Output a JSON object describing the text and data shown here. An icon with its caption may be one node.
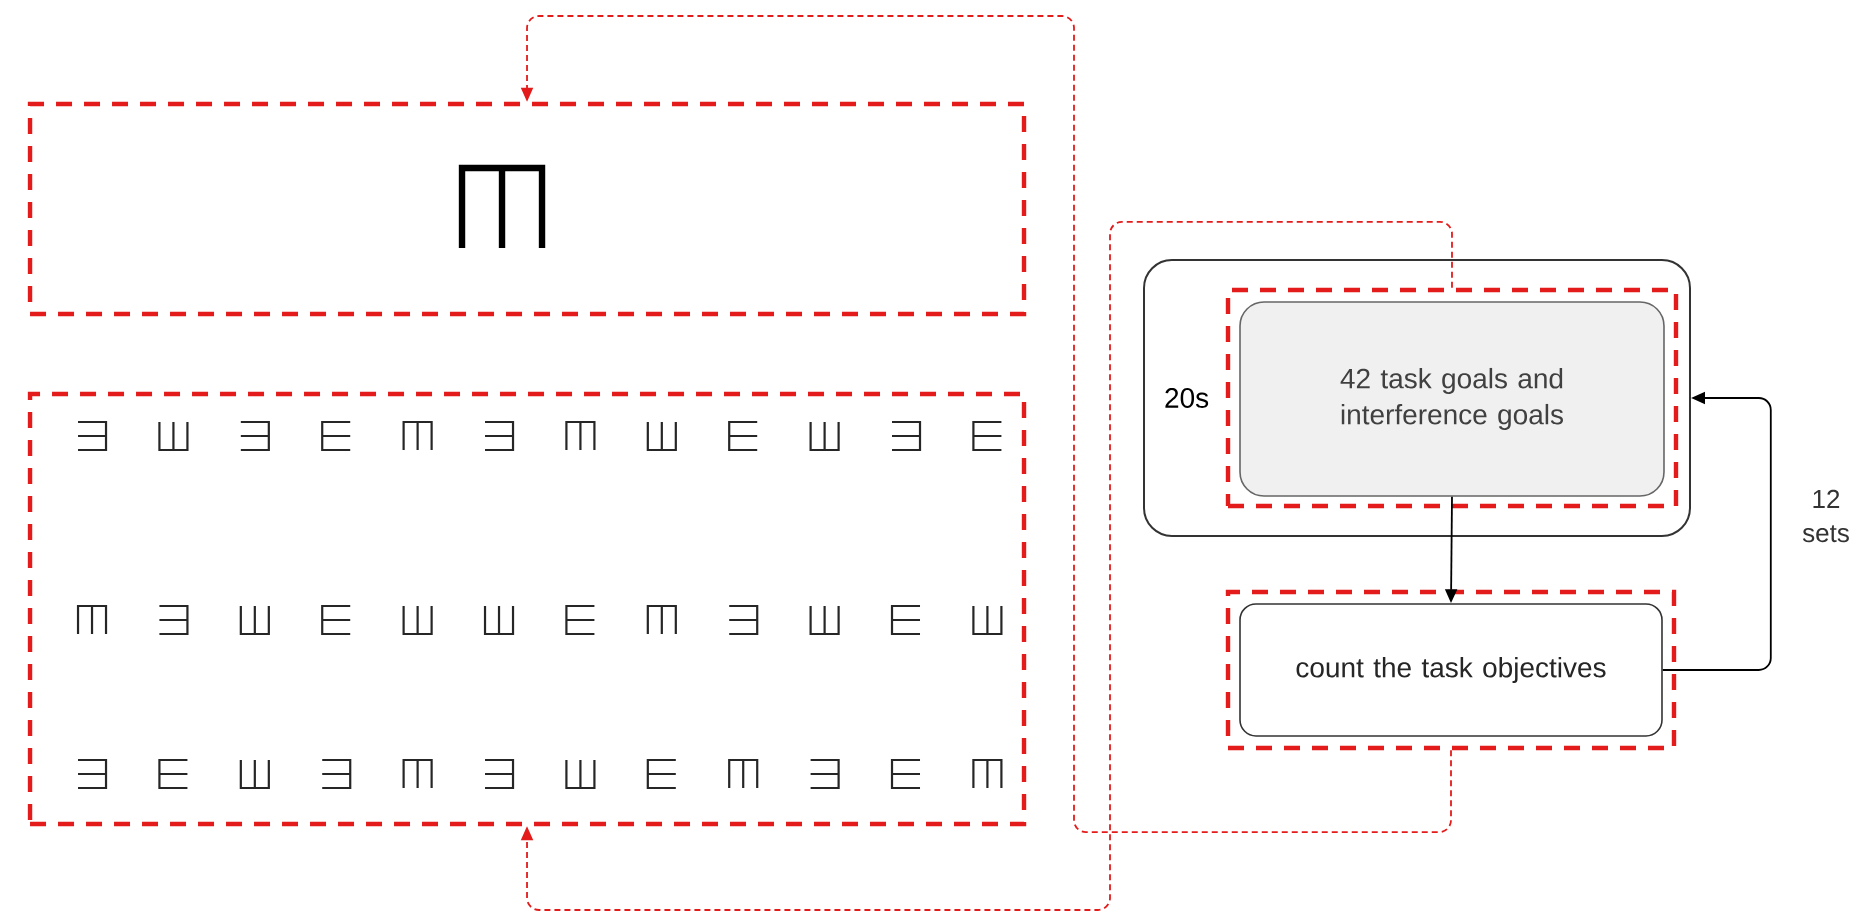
{
  "diagram": {
    "nodes": [
      {
        "text": [],
        "shape": "box"
      },
      {
        "text": [],
        "shape": "box"
      },
      {
        "text": [
          "20s"
        ]
      },
      {
        "text": [],
        "shape": "box",
        "in": 2
      },
      {
        "text": [
          "42 task goals and interference goals"
        ],
        "in": 3
      },
      {
        "text": [],
        "shape": "box"
      },
      {
        "text": [
          "count the task objectives"
        ],
        "in": 5
      }
    ],
    "edges": [
      {
        "from": 3,
        "to": 1,
        "arrow": "to",
        "style": "dashed",
        "color": "#e31b1b"
      },
      {
        "from": 5,
        "to": 0,
        "arrow": "to",
        "style": "dashed",
        "color": "#e31b1b"
      },
      {
        "from": 4,
        "to": 6,
        "arrow": "to",
        "color": "#000000"
      },
      {
        "from": 6,
        "to": 2,
        "arrow": "to",
        "label": "12 sets",
        "color": "#000000"
      }
    ]
  }
}
